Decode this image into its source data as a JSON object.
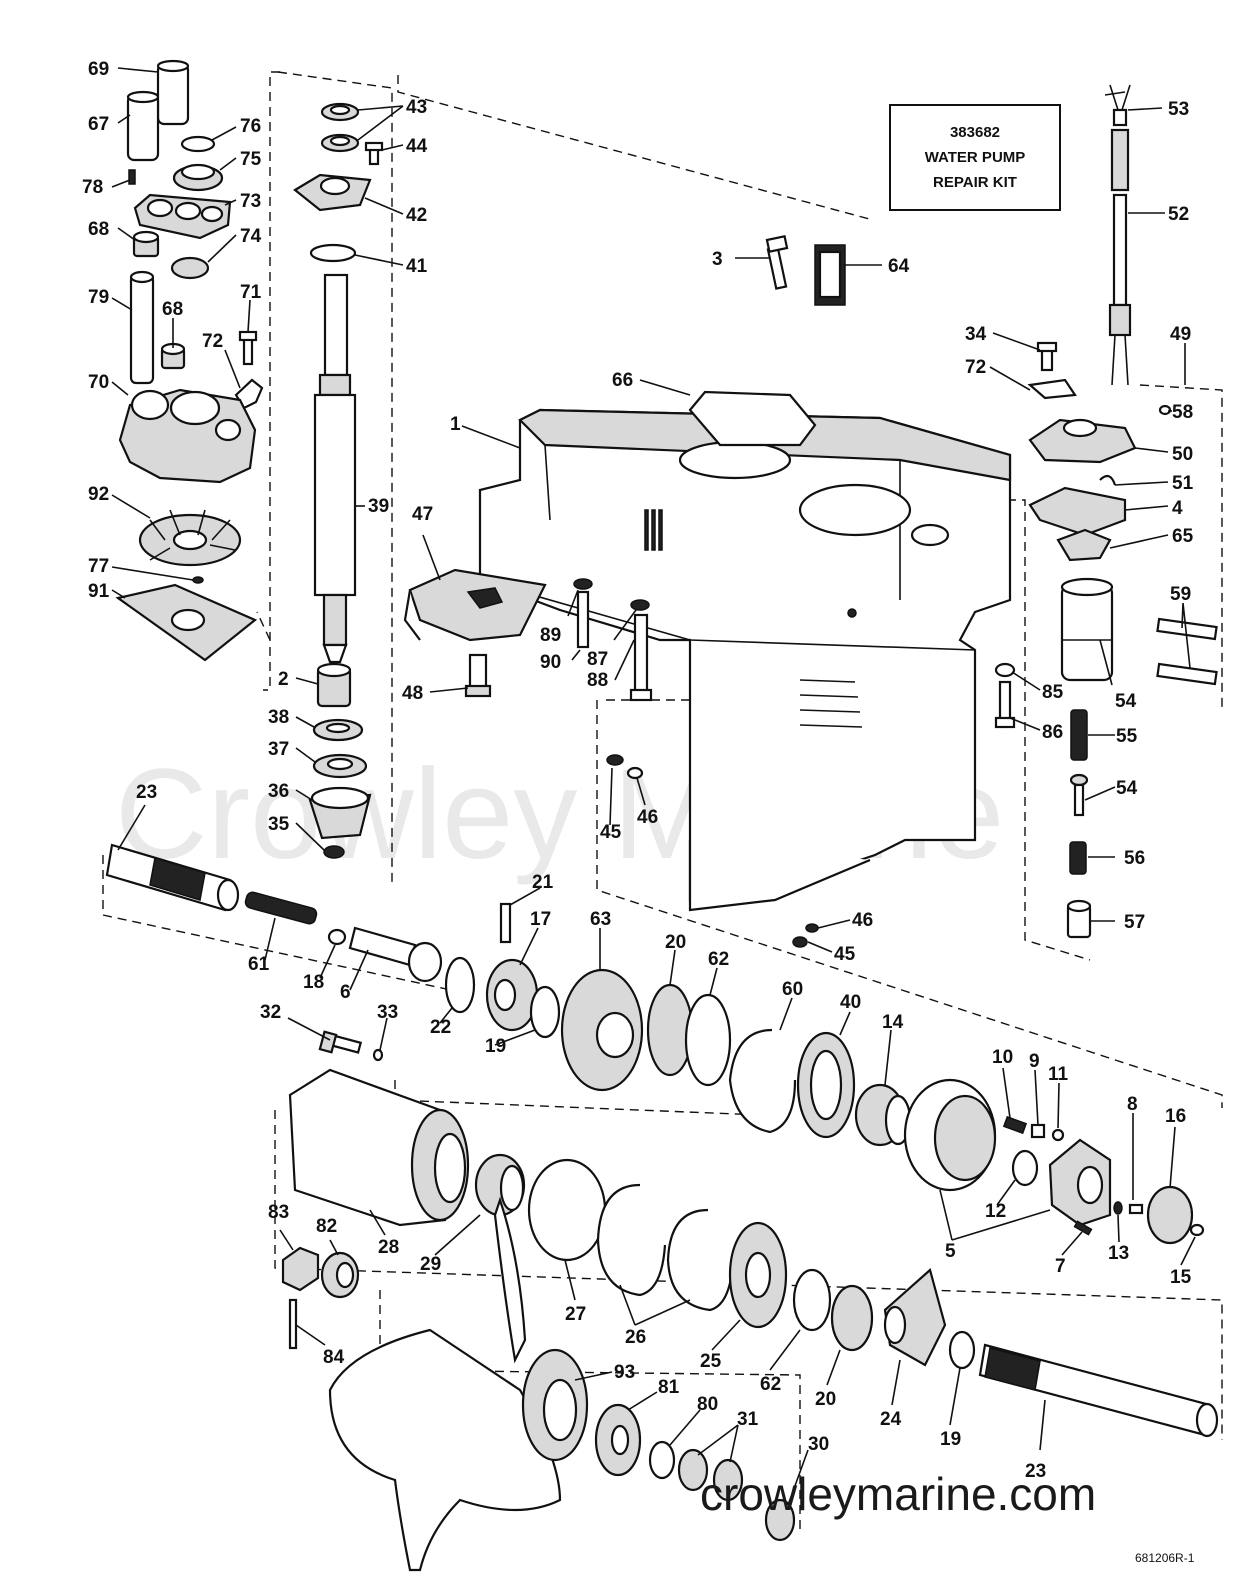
{
  "watermark": "Crowley Marine",
  "site_url": "crowleymarine.com",
  "drawing_number": "681206R-1",
  "kit_box": {
    "line1": "383682",
    "line2": "WATER PUMP",
    "line3": "REPAIR KIT"
  },
  "callouts": [
    {
      "id": "c69",
      "label": "69"
    },
    {
      "id": "c67",
      "label": "67"
    },
    {
      "id": "c76",
      "label": "76"
    },
    {
      "id": "c75",
      "label": "75"
    },
    {
      "id": "c78",
      "label": "78"
    },
    {
      "id": "c73",
      "label": "73"
    },
    {
      "id": "c68a",
      "label": "68"
    },
    {
      "id": "c74",
      "label": "74"
    },
    {
      "id": "c79",
      "label": "79"
    },
    {
      "id": "c68b",
      "label": "68"
    },
    {
      "id": "c71",
      "label": "71"
    },
    {
      "id": "c72a",
      "label": "72"
    },
    {
      "id": "c70",
      "label": "70"
    },
    {
      "id": "c92",
      "label": "92"
    },
    {
      "id": "c77",
      "label": "77"
    },
    {
      "id": "c91",
      "label": "91"
    },
    {
      "id": "c43",
      "label": "43"
    },
    {
      "id": "c44",
      "label": "44"
    },
    {
      "id": "c42",
      "label": "42"
    },
    {
      "id": "c41",
      "label": "41"
    },
    {
      "id": "c39",
      "label": "39"
    },
    {
      "id": "c2",
      "label": "2"
    },
    {
      "id": "c38",
      "label": "38"
    },
    {
      "id": "c37",
      "label": "37"
    },
    {
      "id": "c36",
      "label": "36"
    },
    {
      "id": "c35",
      "label": "35"
    },
    {
      "id": "c23a",
      "label": "23"
    },
    {
      "id": "c3",
      "label": "3"
    },
    {
      "id": "c64",
      "label": "64"
    },
    {
      "id": "c66",
      "label": "66"
    },
    {
      "id": "c1",
      "label": "1"
    },
    {
      "id": "c47",
      "label": "47"
    },
    {
      "id": "c48",
      "label": "48"
    },
    {
      "id": "c89",
      "label": "89"
    },
    {
      "id": "c90",
      "label": "90"
    },
    {
      "id": "c87",
      "label": "87"
    },
    {
      "id": "c88",
      "label": "88"
    },
    {
      "id": "c45a",
      "label": "45"
    },
    {
      "id": "c46a",
      "label": "46"
    },
    {
      "id": "c53",
      "label": "53"
    },
    {
      "id": "c52",
      "label": "52"
    },
    {
      "id": "c49",
      "label": "49"
    },
    {
      "id": "c34",
      "label": "34"
    },
    {
      "id": "c72b",
      "label": "72"
    },
    {
      "id": "c58",
      "label": "58"
    },
    {
      "id": "c50",
      "label": "50"
    },
    {
      "id": "c51",
      "label": "51"
    },
    {
      "id": "c4",
      "label": "4"
    },
    {
      "id": "c65",
      "label": "65"
    },
    {
      "id": "c59",
      "label": "59"
    },
    {
      "id": "c54a",
      "label": "54"
    },
    {
      "id": "c85",
      "label": "85"
    },
    {
      "id": "c86",
      "label": "86"
    },
    {
      "id": "c55",
      "label": "55"
    },
    {
      "id": "c54b",
      "label": "54"
    },
    {
      "id": "c56",
      "label": "56"
    },
    {
      "id": "c57",
      "label": "57"
    },
    {
      "id": "c46b",
      "label": "46"
    },
    {
      "id": "c45b",
      "label": "45"
    },
    {
      "id": "c61",
      "label": "61"
    },
    {
      "id": "c18",
      "label": "18"
    },
    {
      "id": "c6",
      "label": "6"
    },
    {
      "id": "c22",
      "label": "22"
    },
    {
      "id": "c21",
      "label": "21"
    },
    {
      "id": "c17",
      "label": "17"
    },
    {
      "id": "c19a",
      "label": "19"
    },
    {
      "id": "c63",
      "label": "63"
    },
    {
      "id": "c20a",
      "label": "20"
    },
    {
      "id": "c62a",
      "label": "62"
    },
    {
      "id": "c60",
      "label": "60"
    },
    {
      "id": "c40",
      "label": "40"
    },
    {
      "id": "c14",
      "label": "14"
    },
    {
      "id": "c32",
      "label": "32"
    },
    {
      "id": "c33",
      "label": "33"
    },
    {
      "id": "c10",
      "label": "10"
    },
    {
      "id": "c9",
      "label": "9"
    },
    {
      "id": "c11",
      "label": "11"
    },
    {
      "id": "c8",
      "label": "8"
    },
    {
      "id": "c16",
      "label": "16"
    },
    {
      "id": "c12",
      "label": "12"
    },
    {
      "id": "c5",
      "label": "5"
    },
    {
      "id": "c7",
      "label": "7"
    },
    {
      "id": "c13",
      "label": "13"
    },
    {
      "id": "c15",
      "label": "15"
    },
    {
      "id": "c28",
      "label": "28"
    },
    {
      "id": "c29",
      "label": "29"
    },
    {
      "id": "c27",
      "label": "27"
    },
    {
      "id": "c26",
      "label": "26"
    },
    {
      "id": "c25",
      "label": "25"
    },
    {
      "id": "c62b",
      "label": "62"
    },
    {
      "id": "c20b",
      "label": "20"
    },
    {
      "id": "c24",
      "label": "24"
    },
    {
      "id": "c19b",
      "label": "19"
    },
    {
      "id": "c23b",
      "label": "23"
    },
    {
      "id": "c83",
      "label": "83"
    },
    {
      "id": "c82",
      "label": "82"
    },
    {
      "id": "c84",
      "label": "84"
    },
    {
      "id": "c93",
      "label": "93"
    },
    {
      "id": "c81",
      "label": "81"
    },
    {
      "id": "c80",
      "label": "80"
    },
    {
      "id": "c31",
      "label": "31"
    },
    {
      "id": "c30",
      "label": "30"
    }
  ]
}
